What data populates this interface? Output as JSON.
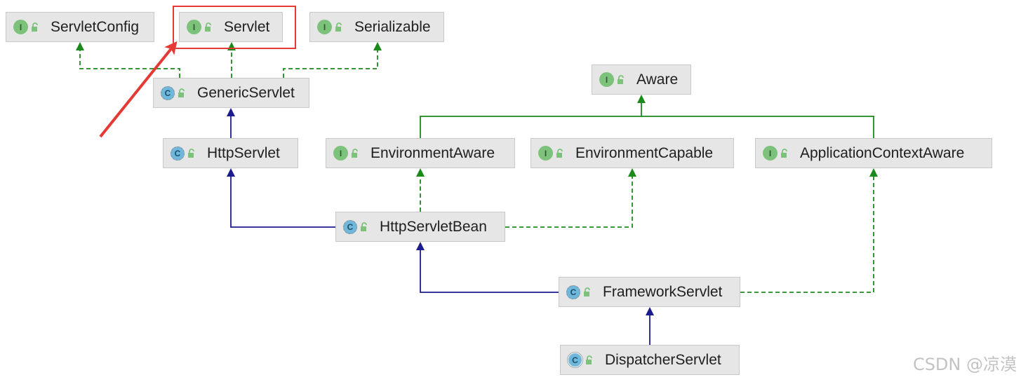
{
  "nodes": [
    {
      "id": "ServletConfig",
      "kind": "interface",
      "kind_letter": "I",
      "label": "ServletConfig"
    },
    {
      "id": "Servlet",
      "kind": "interface",
      "kind_letter": "I",
      "label": "Servlet",
      "highlighted": true
    },
    {
      "id": "Serializable",
      "kind": "interface",
      "kind_letter": "I",
      "label": "Serializable"
    },
    {
      "id": "GenericServlet",
      "kind": "abstract-class",
      "kind_letter": "C",
      "label": "GenericServlet"
    },
    {
      "id": "HttpServlet",
      "kind": "abstract-class",
      "kind_letter": "C",
      "label": "HttpServlet"
    },
    {
      "id": "Aware",
      "kind": "interface",
      "kind_letter": "I",
      "label": "Aware"
    },
    {
      "id": "EnvironmentAware",
      "kind": "interface",
      "kind_letter": "I",
      "label": "EnvironmentAware"
    },
    {
      "id": "EnvironmentCapable",
      "kind": "interface",
      "kind_letter": "I",
      "label": "EnvironmentCapable"
    },
    {
      "id": "ApplicationContextAware",
      "kind": "interface",
      "kind_letter": "I",
      "label": "ApplicationContextAware"
    },
    {
      "id": "HttpServletBean",
      "kind": "abstract-class",
      "kind_letter": "C",
      "label": "HttpServletBean"
    },
    {
      "id": "FrameworkServlet",
      "kind": "abstract-class",
      "kind_letter": "C",
      "label": "FrameworkServlet"
    },
    {
      "id": "DispatcherServlet",
      "kind": "class",
      "kind_letter": "C",
      "label": "DispatcherServlet"
    }
  ],
  "edges": [
    {
      "from": "GenericServlet",
      "to": "ServletConfig",
      "type": "implements"
    },
    {
      "from": "GenericServlet",
      "to": "Servlet",
      "type": "implements"
    },
    {
      "from": "GenericServlet",
      "to": "Serializable",
      "type": "implements"
    },
    {
      "from": "HttpServlet",
      "to": "GenericServlet",
      "type": "extends"
    },
    {
      "from": "EnvironmentAware",
      "to": "Aware",
      "type": "interface-extends"
    },
    {
      "from": "ApplicationContextAware",
      "to": "Aware",
      "type": "interface-extends"
    },
    {
      "from": "HttpServletBean",
      "to": "HttpServlet",
      "type": "extends"
    },
    {
      "from": "HttpServletBean",
      "to": "EnvironmentAware",
      "type": "implements"
    },
    {
      "from": "HttpServletBean",
      "to": "EnvironmentCapable",
      "type": "implements"
    },
    {
      "from": "FrameworkServlet",
      "to": "HttpServletBean",
      "type": "extends"
    },
    {
      "from": "FrameworkServlet",
      "to": "ApplicationContextAware",
      "type": "implements"
    },
    {
      "from": "DispatcherServlet",
      "to": "FrameworkServlet",
      "type": "extends"
    }
  ],
  "colors": {
    "implements": "#1a8a1a",
    "interface_extends": "#1a8a1a",
    "extends": "#1c1c8c",
    "highlight": "#e53935",
    "interface_icon": "#7cc27a",
    "class_icon": "#6fb8dc",
    "node_background": "#e6e6e6"
  },
  "annotation": {
    "type": "red-arrow",
    "points_to": "Servlet"
  },
  "watermark": "CSDN @凉漠"
}
